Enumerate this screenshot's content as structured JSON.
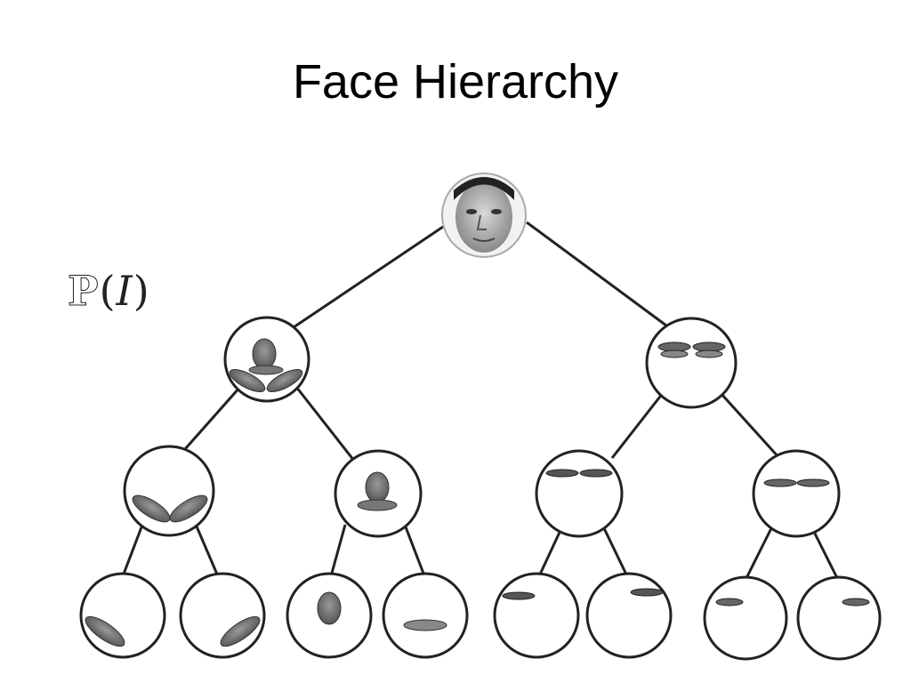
{
  "slide": {
    "title": "Face Hierarchy",
    "prob_label": {
      "blackboard": "P",
      "open": "(",
      "var": "I",
      "close": ")"
    }
  },
  "tree": {
    "nodes": [
      {
        "id": "root-face",
        "content": "face-photo"
      },
      {
        "id": "l1-lower-face",
        "content": "nose-mouth-cheeks"
      },
      {
        "id": "l1-eyes",
        "content": "both-eyes"
      },
      {
        "id": "l2-cheeks",
        "content": "two-cheek-parts"
      },
      {
        "id": "l2-nose-mouth",
        "content": "nose-and-mouth"
      },
      {
        "id": "l2-left-eye",
        "content": "eye-pair-left"
      },
      {
        "id": "l2-right-eye",
        "content": "eye-pair-right"
      },
      {
        "id": "l3-left-cheek",
        "content": "cheek-left"
      },
      {
        "id": "l3-right-cheek",
        "content": "cheek-right"
      },
      {
        "id": "l3-nose",
        "content": "nose"
      },
      {
        "id": "l3-mouth",
        "content": "mouth"
      },
      {
        "id": "l3-eye-a",
        "content": "eye-part"
      },
      {
        "id": "l3-eye-b",
        "content": "eye-part"
      },
      {
        "id": "l3-eye-c",
        "content": "eye-part"
      },
      {
        "id": "l3-eye-d",
        "content": "eye-part"
      }
    ]
  }
}
